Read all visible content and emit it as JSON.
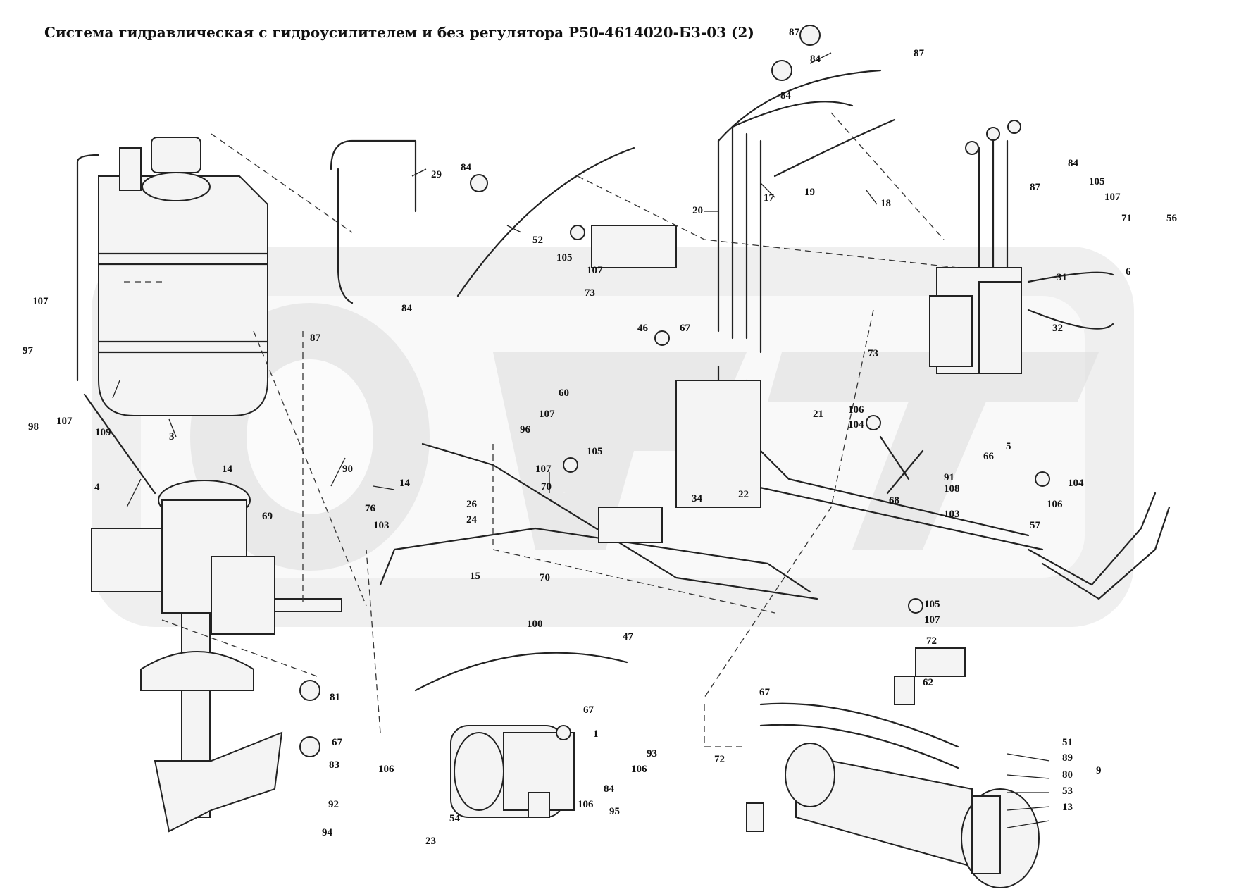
{
  "title": "Система гидравлическая с гидроусилителем и без регулятора Р50-4614020-Б3-03 (2)",
  "watermark": "ORT",
  "callouts": [
    "84",
    "87",
    "84",
    "87",
    "29",
    "84",
    "52",
    "105",
    "107",
    "73",
    "20",
    "17",
    "19",
    "18",
    "84",
    "105",
    "87",
    "107",
    "71",
    "56",
    "6",
    "31",
    "32",
    "107",
    "97",
    "98",
    "107",
    "109",
    "3",
    "4",
    "87",
    "84",
    "46",
    "67",
    "73",
    "14",
    "90",
    "14",
    "69",
    "76",
    "103",
    "60",
    "107",
    "96",
    "107",
    "105",
    "70",
    "26",
    "24",
    "34",
    "21",
    "22",
    "106",
    "104",
    "5",
    "66",
    "91",
    "108",
    "68",
    "103",
    "104",
    "106",
    "57",
    "15",
    "70",
    "100",
    "105",
    "107",
    "72",
    "62",
    "47",
    "81",
    "67",
    "83",
    "1",
    "67",
    "93",
    "106",
    "84",
    "95",
    "106",
    "106",
    "92",
    "94",
    "54",
    "23",
    "72",
    "67",
    "51",
    "89",
    "9",
    "80",
    "53",
    "13"
  ]
}
